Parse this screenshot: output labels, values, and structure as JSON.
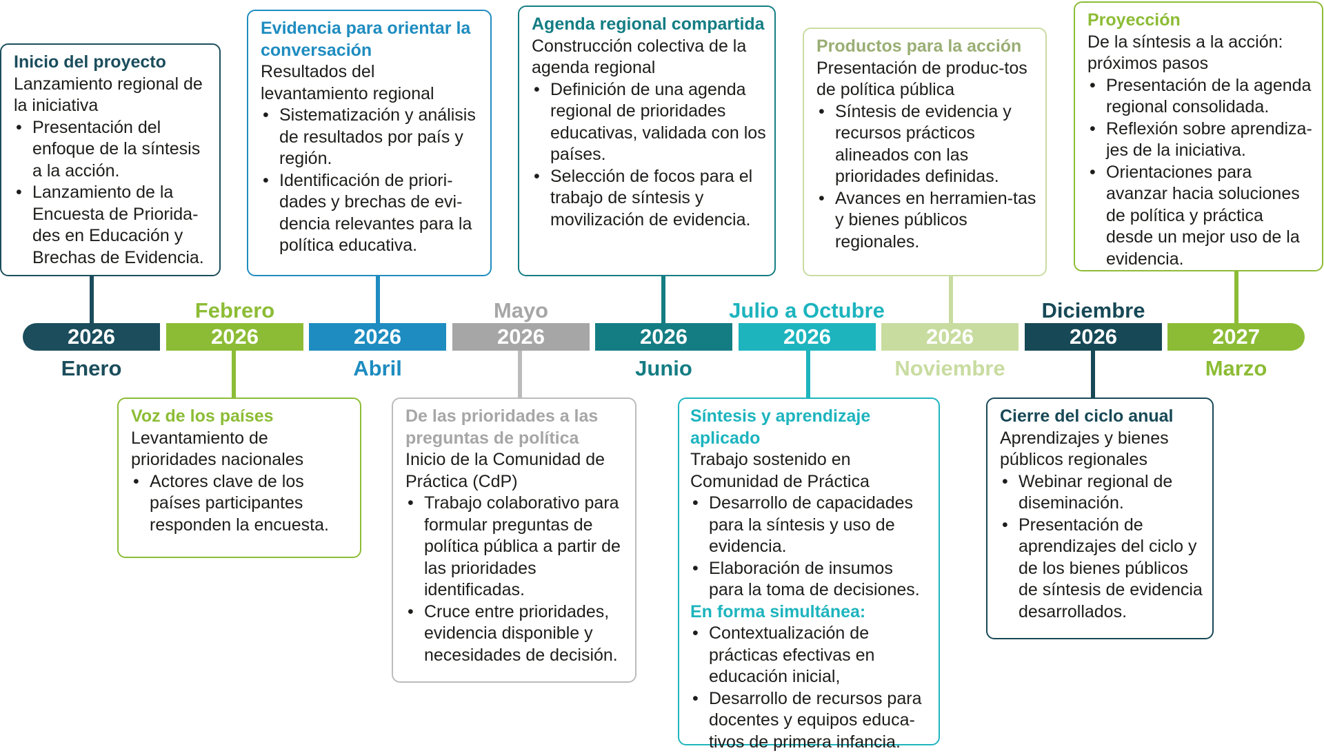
{
  "timeline": [
    {
      "year": "2026",
      "month": "Enero",
      "month_pos": "below",
      "color": "#1b4d5c",
      "card": {
        "side": "top",
        "title": "Inicio del proyecto",
        "subtitle": "Lanzamiento regional de la iniciativa",
        "bullets": [
          "Presentación del enfoque de la síntesis a la acción.",
          "Lanzamiento de la Encuesta de Priorida-des en Educación y Brechas de Evidencia."
        ]
      }
    },
    {
      "year": "2026",
      "month": "Febrero",
      "month_pos": "above",
      "color": "#8cbc35",
      "card": {
        "side": "bottom",
        "title": "Voz de los países",
        "subtitle": "Levantamiento de prioridades nacionales",
        "bullets": [
          "Actores clave de los países participantes responden la encuesta."
        ]
      }
    },
    {
      "year": "2026",
      "month": "Abril",
      "month_pos": "below",
      "color": "#1e8cc0",
      "card": {
        "side": "top",
        "title": "Evidencia para orientar la conversación",
        "subtitle": "Resultados del levantamiento regional",
        "bullets": [
          "Sistematización y análisis de resultados por país y región.",
          "Identificación de priori-dades y brechas de evi-dencia relevantes para la política educativa."
        ]
      }
    },
    {
      "year": "2026",
      "month": "Mayo",
      "month_pos": "above",
      "color": "#a6a6a6",
      "card": {
        "side": "bottom",
        "title": "De las prioridades a las preguntas de política",
        "subtitle": "Inicio de la Comunidad de Práctica (CdP)",
        "bullets": [
          "Trabajo colaborativo para formular preguntas de política pública a partir de las prioridades identificadas.",
          "Cruce entre prioridades, evidencia disponible y necesidades de decisión."
        ]
      }
    },
    {
      "year": "2026",
      "month": "Junio",
      "month_pos": "below",
      "color": "#147d83",
      "card": {
        "side": "top",
        "title": "Agenda regional compartida",
        "subtitle": "Construcción colectiva de la agenda regional",
        "bullets": [
          "Definición de una agenda regional de prioridades educativas, validada con los países.",
          "Selección de focos para el trabajo de síntesis y movilización de evidencia."
        ]
      }
    },
    {
      "year": "2026",
      "month": "Julio a Octubre",
      "month_pos": "above",
      "color": "#1db4be",
      "card": {
        "side": "bottom",
        "title": "Síntesis y aprendizaje aplicado",
        "subtitle": "Trabajo sostenido en Comunidad de Práctica",
        "bullets": [
          "Desarrollo de capacidades para la síntesis y uso de evidencia.",
          "Elaboración de insumos para la toma de decisiones."
        ],
        "middle_title": "En forma simultánea:",
        "bullets2": [
          "Contextualización de prácticas efectivas en educación inicial,",
          "Desarrollo de recursos para docentes y equipos educa-tivos de primera infancia."
        ]
      }
    },
    {
      "year": "2026",
      "month": "Noviembre",
      "month_pos": "below",
      "color": "#c8dca0",
      "card": {
        "side": "top",
        "title": "Productos para la acción",
        "subtitle": "Presentación de produc-tos de política pública",
        "bullets": [
          "Síntesis de evidencia y recursos prácticos alineados con las prioridades definidas.",
          "Avances en herramien-tas y bienes públicos regionales."
        ]
      }
    },
    {
      "year": "2026",
      "month": "Diciembre",
      "month_pos": "above",
      "color": "#174856",
      "card": {
        "side": "bottom",
        "title": "Cierre del ciclo anual",
        "subtitle": "Aprendizajes y bienes públicos regionales",
        "bullets": [
          "Webinar regional de diseminación.",
          "Presentación de aprendizajes del ciclo y de los bienes públicos de síntesis de evidencia desarrollados."
        ]
      }
    },
    {
      "year": "2027",
      "month": "Marzo",
      "month_pos": "below",
      "color": "#8cbc35",
      "card": {
        "side": "top",
        "title": "Proyección",
        "subtitle": "De la síntesis a la acción: próximos pasos",
        "bullets": [
          "Presentación de la agenda regional consolidada.",
          "Reflexión sobre aprendiza-jes de la iniciativa.",
          "Orientaciones para avanzar hacia soluciones de política y práctica desde un mejor uso de la evidencia."
        ]
      }
    }
  ]
}
